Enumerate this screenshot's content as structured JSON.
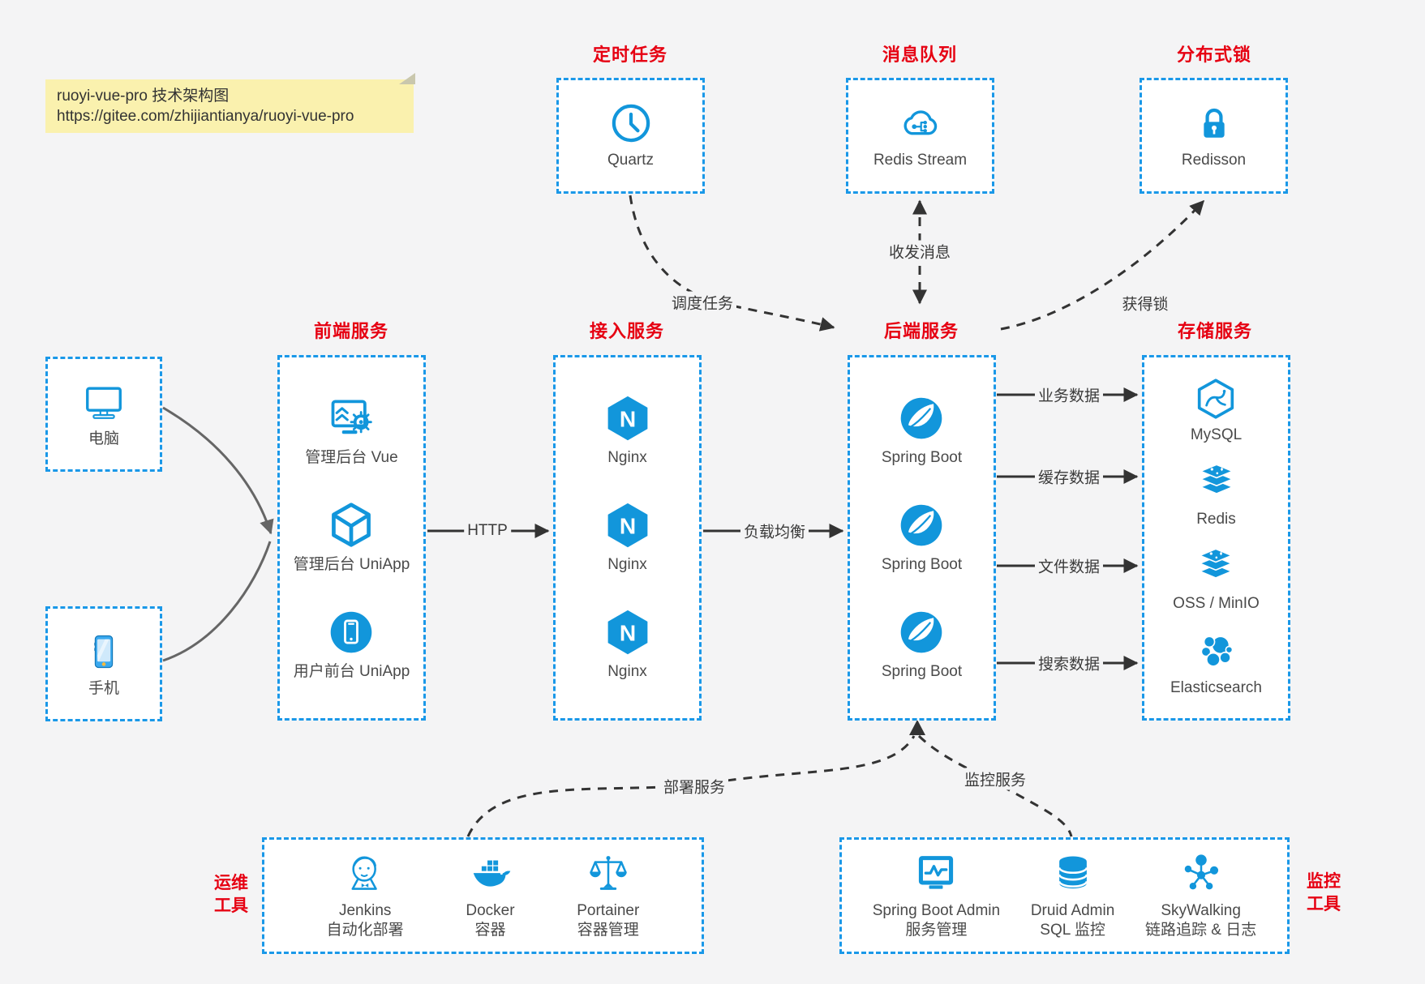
{
  "note": {
    "line1": "ruoyi-vue-pro 技术架构图",
    "line2": "https://gitee.com/zhijiantianya/ruoyi-vue-pro"
  },
  "colors": {
    "blue": "#1296db",
    "border_blue": "#1a98e8",
    "red": "#e60012",
    "canvas": "#f4f4f5",
    "note_bg": "#faf1ae",
    "edge_dark": "#333333",
    "label_gray": "#4a4a4a"
  },
  "top_groups": [
    {
      "title": "定时任务",
      "item": {
        "label": "Quartz",
        "icon": "clock-icon"
      }
    },
    {
      "title": "消息队列",
      "item": {
        "label": "Redis Stream",
        "icon": "cloud-mq-icon"
      }
    },
    {
      "title": "分布式锁",
      "item": {
        "label": "Redisson",
        "icon": "lock-icon"
      }
    }
  ],
  "devices": [
    {
      "label": "电脑",
      "icon": "desktop-icon"
    },
    {
      "label": "手机",
      "icon": "phone-icon"
    }
  ],
  "columns": [
    {
      "title": "前端服务",
      "items": [
        {
          "label": "管理后台 Vue",
          "icon": "admin-vue-icon"
        },
        {
          "label": "管理后台 UniApp",
          "icon": "uniapp-cube-icon"
        },
        {
          "label": "用户前台 UniApp",
          "icon": "user-app-icon"
        }
      ]
    },
    {
      "title": "接入服务",
      "items": [
        {
          "label": "Nginx",
          "icon": "nginx-icon"
        },
        {
          "label": "Nginx",
          "icon": "nginx-icon"
        },
        {
          "label": "Nginx",
          "icon": "nginx-icon"
        }
      ]
    },
    {
      "title": "后端服务",
      "items": [
        {
          "label": "Spring Boot",
          "icon": "spring-icon"
        },
        {
          "label": "Spring Boot",
          "icon": "spring-icon"
        },
        {
          "label": "Spring Boot",
          "icon": "spring-icon"
        }
      ]
    },
    {
      "title": "存储服务",
      "items": [
        {
          "label": "MySQL",
          "icon": "mysql-icon"
        },
        {
          "label": "Redis",
          "icon": "stack-icon"
        },
        {
          "label": "OSS / MinIO",
          "icon": "stack-icon"
        },
        {
          "label": "Elasticsearch",
          "icon": "elasticsearch-icon"
        }
      ]
    }
  ],
  "bottom_groups": [
    {
      "side": {
        "line1": "运维",
        "line2": "工具"
      },
      "items": [
        {
          "name": "Jenkins",
          "desc": "自动化部署",
          "icon": "jenkins-icon"
        },
        {
          "name": "Docker",
          "desc": "容器",
          "icon": "docker-icon"
        },
        {
          "name": "Portainer",
          "desc": "容器管理",
          "icon": "portainer-icon"
        }
      ]
    },
    {
      "side": {
        "line1": "监控",
        "line2": "工具"
      },
      "items": [
        {
          "name": "Spring Boot Admin",
          "desc": "服务管理",
          "icon": "monitor-chart-icon"
        },
        {
          "name": "Druid Admin",
          "desc": "SQL 监控",
          "icon": "database-icon"
        },
        {
          "name": "SkyWalking",
          "desc": "链路追踪 & 日志",
          "icon": "topology-icon"
        }
      ]
    }
  ],
  "edges": {
    "http": "HTTP",
    "load_balance": "负载均衡",
    "biz_data": "业务数据",
    "cache_data": "缓存数据",
    "file_data": "文件数据",
    "search_data": "搜索数据",
    "schedule": "调度任务",
    "messages": "收发消息",
    "lock": "获得锁",
    "deploy": "部署服务",
    "monitor": "监控服务"
  }
}
